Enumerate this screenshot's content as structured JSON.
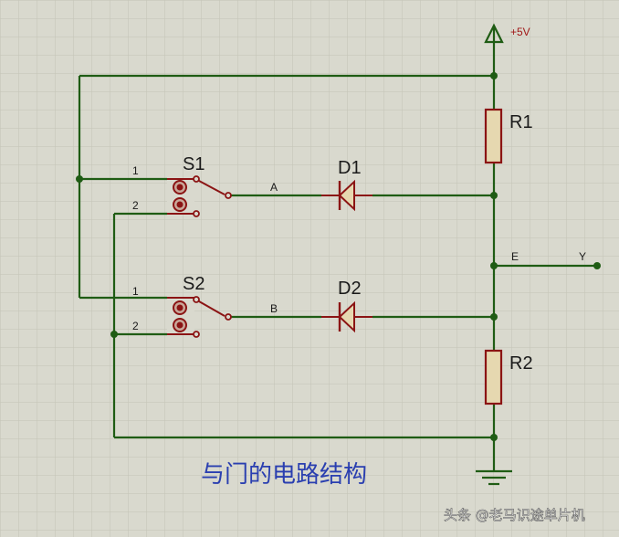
{
  "power": {
    "label": "+5V"
  },
  "components": {
    "r1": "R1",
    "r2": "R2",
    "s1": "S1",
    "s2": "S2",
    "d1": "D1",
    "d2": "D2"
  },
  "pins": {
    "p1": "1",
    "p2": "2"
  },
  "nets": {
    "a": "A",
    "b": "B",
    "e": "E",
    "y": "Y"
  },
  "caption": "与门的电路结构",
  "watermark": "头条 @老马识途单片机",
  "colors": {
    "background": "#d9d9ce",
    "grid": "#c4c4b6",
    "wire": "#1f5c14",
    "component": "#8b1414",
    "body_fill": "#e6d8b0",
    "caption": "#2a3fb0"
  }
}
